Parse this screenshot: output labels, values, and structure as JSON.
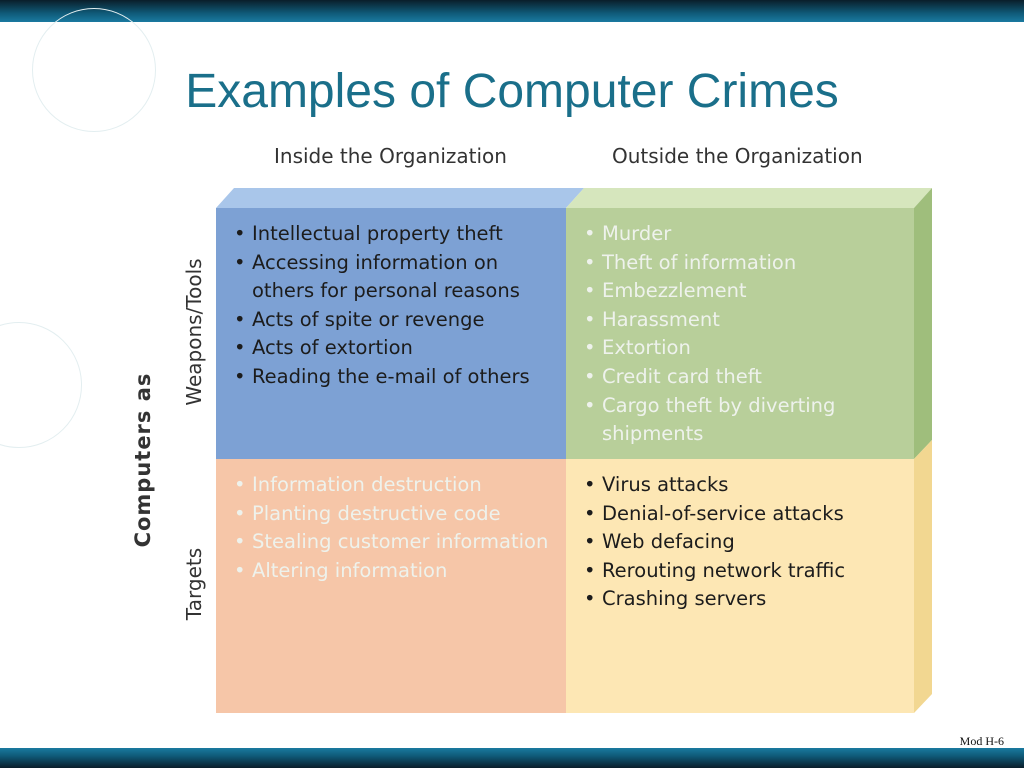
{
  "slide": {
    "title": "Examples of Computer Crimes",
    "footer": "Mod H-6"
  },
  "matrix": {
    "column_headers": [
      "Inside the Organization",
      "Outside the Organization"
    ],
    "axis_label": "Computers as",
    "row_labels": [
      "Weapons/Tools",
      "Targets"
    ],
    "cells": {
      "weapons_inside": [
        "Intellectual property theft",
        "Accessing information on others for personal reasons",
        "Acts of spite or revenge",
        "Acts of extortion",
        "Reading the e-mail of others"
      ],
      "weapons_outside": [
        "Murder",
        "Theft of information",
        "Embezzlement",
        "Harassment",
        "Extortion",
        "Credit card theft",
        "Cargo theft by diverting shipments"
      ],
      "targets_inside": [
        "Information destruction",
        "Planting destructive code",
        "Stealing customer information",
        "Altering information"
      ],
      "targets_outside": [
        "Virus attacks",
        "Denial-of-service attacks",
        "Web defacing",
        "Rerouting network traffic",
        "Crashing servers"
      ]
    },
    "colors": {
      "weapons_inside": "#7da1d4",
      "weapons_outside": "#b8cf9a",
      "targets_inside": "#f6c6a8",
      "targets_outside": "#fde7b4",
      "title": "#1a6f8a"
    }
  }
}
